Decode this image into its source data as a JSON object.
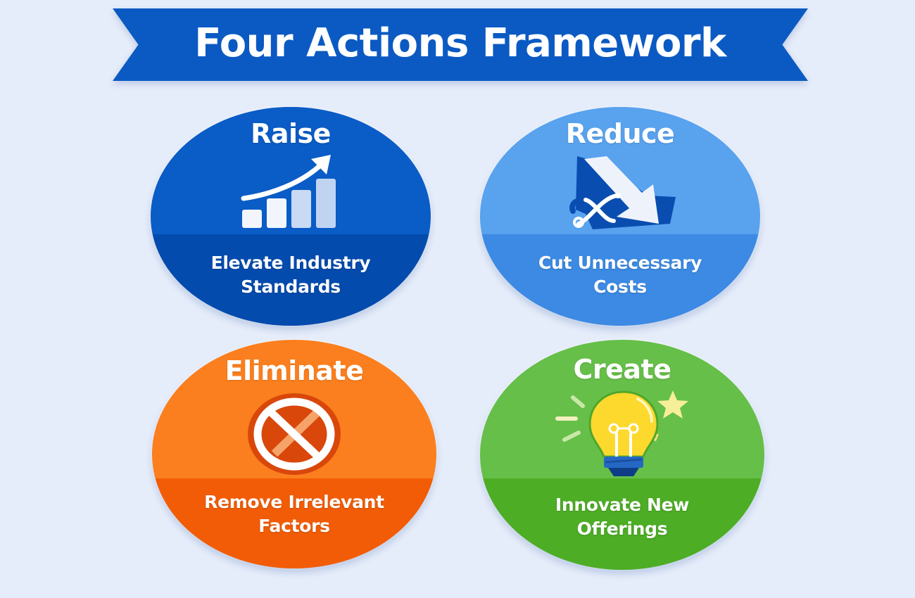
{
  "header": {
    "title": "Four Actions Framework",
    "banner_color": "#0B5AC3"
  },
  "background_color": "#E6EDFA",
  "cards": [
    {
      "id": "raise",
      "title": "Raise",
      "description_line1": "Elevate Industry",
      "description_line2": "Standards",
      "icon": "bar-chart-rising-arrow-icon",
      "top_color": "#0A5CC6",
      "band_color": "#044BAE"
    },
    {
      "id": "reduce",
      "title": "Reduce",
      "description_line1": "Cut Unnecessary",
      "description_line2": "Costs",
      "icon": "scissors-down-arrow-icon",
      "top_color": "#58A2EE",
      "band_color": "#3C8AE3"
    },
    {
      "id": "eliminate",
      "title": "Eliminate",
      "description_line1": "Remove Irrelevant",
      "description_line2": "Factors",
      "icon": "prohibited-icon",
      "top_color": "#FB7F1E",
      "band_color": "#F25C06"
    },
    {
      "id": "create",
      "title": "Create",
      "description_line1": "Innovate New",
      "description_line2": "Offerings",
      "icon": "lightbulb-idea-icon",
      "top_color": "#66BF48",
      "band_color": "#4DAD25"
    }
  ]
}
